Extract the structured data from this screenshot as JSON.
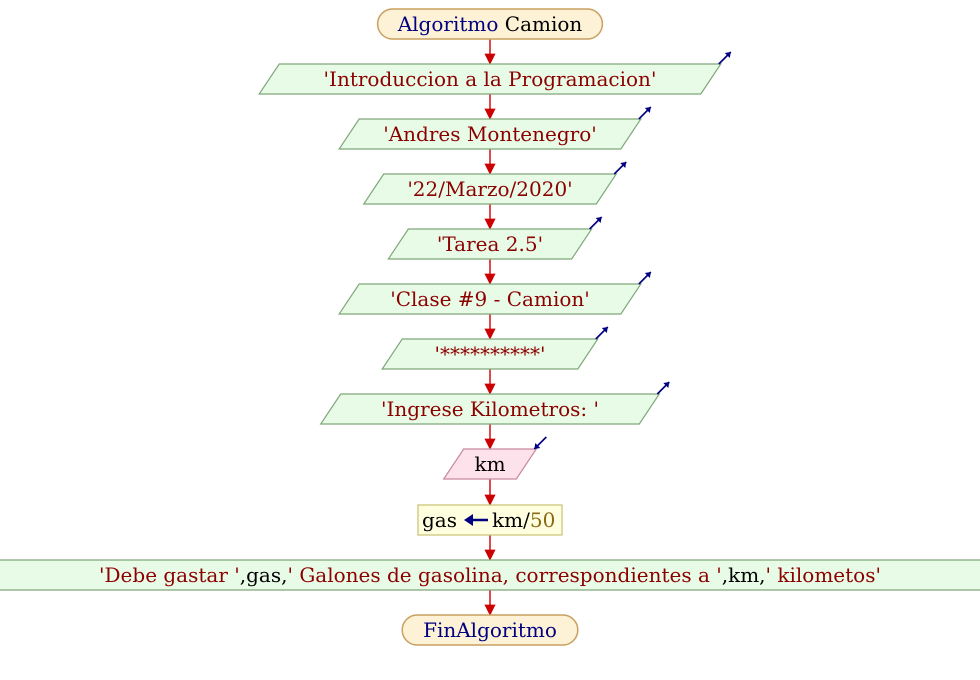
{
  "algorithm": {
    "start_keyword": "Algoritmo",
    "name": "Camion",
    "end_keyword": "FinAlgoritmo"
  },
  "steps": [
    {
      "type": "output",
      "text": "'Introduccion a la Programacion'"
    },
    {
      "type": "output",
      "text": "'Andres Montenegro'"
    },
    {
      "type": "output",
      "text": "'22/Marzo/2020'"
    },
    {
      "type": "output",
      "text": "'Tarea 2.5'"
    },
    {
      "type": "output",
      "text": "'Clase #9 - Camion'"
    },
    {
      "type": "output",
      "text": "'**********'"
    },
    {
      "type": "output",
      "text": "'Ingrese Kilometros: '"
    },
    {
      "type": "input",
      "variable": "km"
    },
    {
      "type": "assign",
      "target": "gas",
      "expr_var": "km",
      "expr_op": "/",
      "expr_num": "50"
    },
    {
      "type": "output_mixed",
      "parts": [
        {
          "kind": "str",
          "text": "'Debe gastar '"
        },
        {
          "kind": "op",
          "text": ","
        },
        {
          "kind": "var",
          "text": "gas"
        },
        {
          "kind": "op",
          "text": ","
        },
        {
          "kind": "str",
          "text": "' Galones de gasolina, correspondientes a '"
        },
        {
          "kind": "op",
          "text": ","
        },
        {
          "kind": "var",
          "text": "km"
        },
        {
          "kind": "op",
          "text": ","
        },
        {
          "kind": "str",
          "text": "' kilometos'"
        }
      ]
    }
  ],
  "colors": {
    "terminal_fill": "#fdf1d6",
    "terminal_stroke": "#c8a060",
    "output_fill": "#e8fbe6",
    "output_stroke": "#7fa87a",
    "input_fill": "#fde2ec",
    "input_stroke": "#c888a0",
    "assign_fill": "#ffffe0",
    "assign_stroke": "#c8c070",
    "connector": "#cc0000",
    "io_arrow": "#000080",
    "string": "#8b0000",
    "keyword": "#000080",
    "number": "#8b6914"
  }
}
